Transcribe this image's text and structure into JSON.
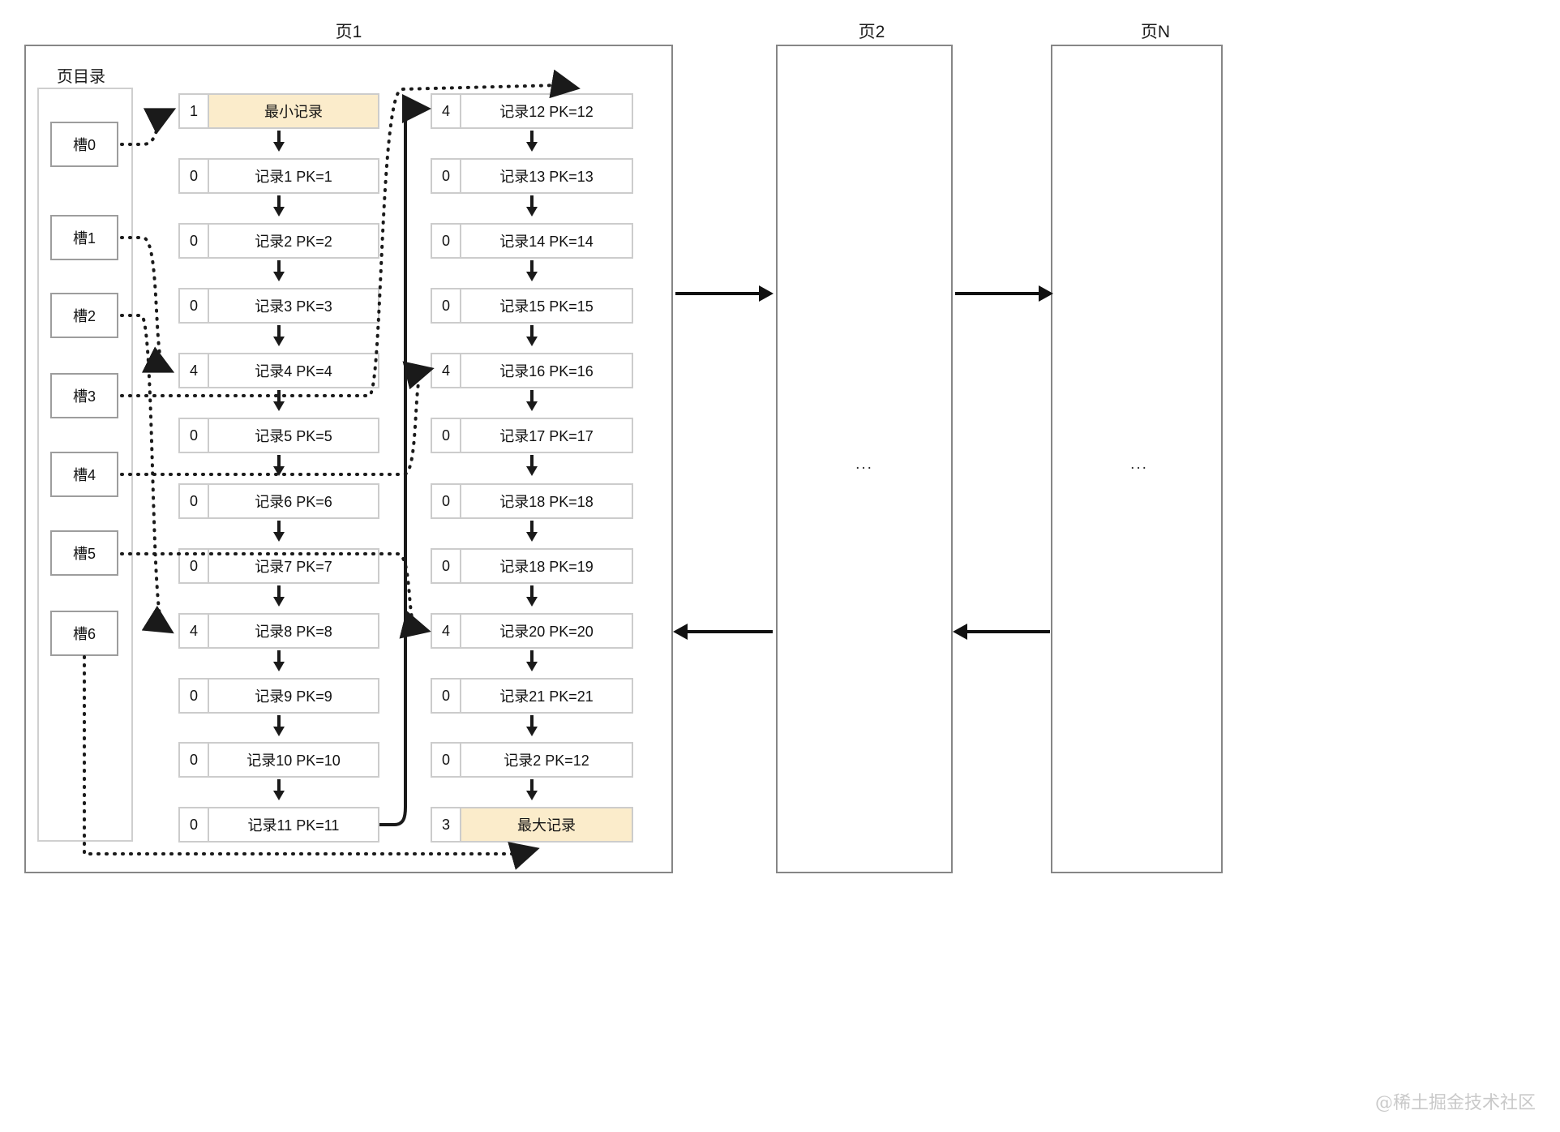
{
  "titles": {
    "page1": "页1",
    "page2": "页2",
    "pageN": "页N",
    "directory": "页目录"
  },
  "ellipsis": "...",
  "watermark": "@稀土掘金技术社区",
  "colors": {
    "highlight": "#fbeccb",
    "row_border": "#cccccc",
    "frame_border": "#868686",
    "arrow": "#111111",
    "slot_border": "#9d9d9d"
  },
  "directory": {
    "label": "页目录",
    "slots": [
      {
        "label": "槽0"
      },
      {
        "label": "槽1"
      },
      {
        "label": "槽2"
      },
      {
        "label": "槽3"
      },
      {
        "label": "槽4"
      },
      {
        "label": "槽5"
      },
      {
        "label": "槽6"
      }
    ]
  },
  "page1": {
    "left_column": [
      {
        "n": "1",
        "text": "最小记录",
        "highlight": true
      },
      {
        "n": "0",
        "text": "记录1 PK=1",
        "highlight": false
      },
      {
        "n": "0",
        "text": "记录2 PK=2",
        "highlight": false
      },
      {
        "n": "0",
        "text": "记录3 PK=3",
        "highlight": false
      },
      {
        "n": "4",
        "text": "记录4 PK=4",
        "highlight": false
      },
      {
        "n": "0",
        "text": "记录5 PK=5",
        "highlight": false
      },
      {
        "n": "0",
        "text": "记录6 PK=6",
        "highlight": false
      },
      {
        "n": "0",
        "text": "记录7 PK=7",
        "highlight": false
      },
      {
        "n": "4",
        "text": "记录8 PK=8",
        "highlight": false
      },
      {
        "n": "0",
        "text": "记录9 PK=9",
        "highlight": false
      },
      {
        "n": "0",
        "text": "记录10 PK=10",
        "highlight": false
      },
      {
        "n": "0",
        "text": "记录11 PK=11",
        "highlight": false
      }
    ],
    "right_column": [
      {
        "n": "4",
        "text": "记录12 PK=12",
        "highlight": false
      },
      {
        "n": "0",
        "text": "记录13 PK=13",
        "highlight": false
      },
      {
        "n": "0",
        "text": "记录14 PK=14",
        "highlight": false
      },
      {
        "n": "0",
        "text": "记录15 PK=15",
        "highlight": false
      },
      {
        "n": "4",
        "text": "记录16 PK=16",
        "highlight": false
      },
      {
        "n": "0",
        "text": "记录17 PK=17",
        "highlight": false
      },
      {
        "n": "0",
        "text": "记录18 PK=18",
        "highlight": false
      },
      {
        "n": "0",
        "text": "记录18 PK=19",
        "highlight": false
      },
      {
        "n": "4",
        "text": "记录20 PK=20",
        "highlight": false
      },
      {
        "n": "0",
        "text": "记录21 PK=21",
        "highlight": false
      },
      {
        "n": "0",
        "text": "记录2 PK=12",
        "highlight": false
      },
      {
        "n": "3",
        "text": "最大记录",
        "highlight": true
      }
    ]
  }
}
